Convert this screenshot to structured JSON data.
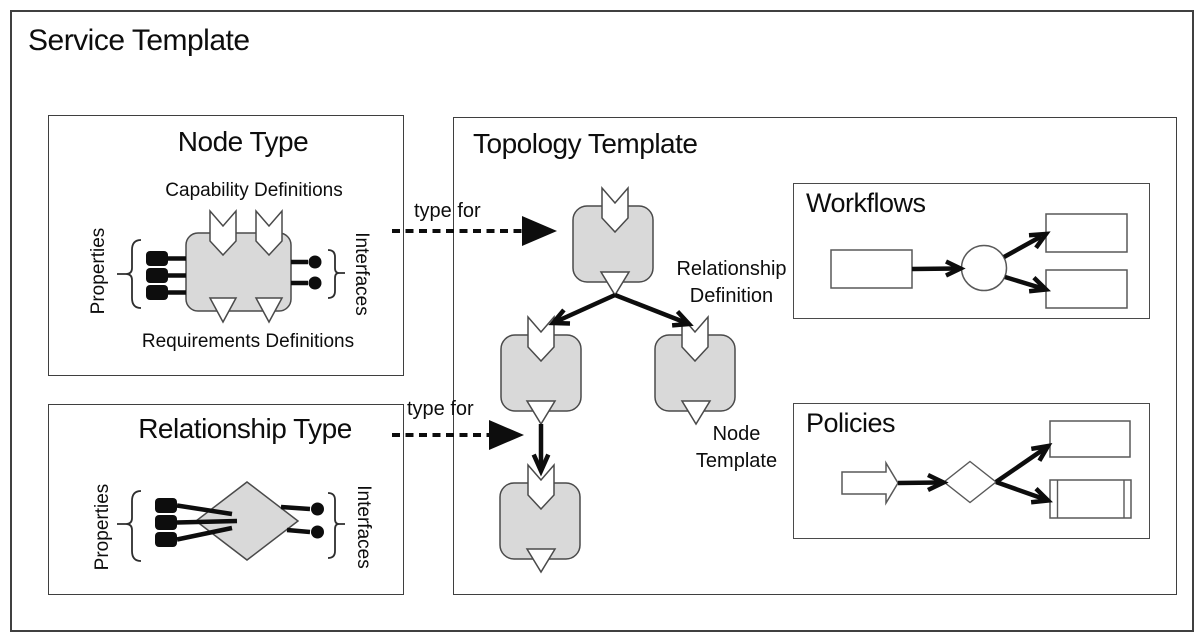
{
  "header": {
    "title": "Service Template"
  },
  "colors": {
    "shape_fill": "#d9d9d9",
    "outline": "#4a4a4a",
    "ink": "#0d0d0d",
    "frame": "#404040",
    "background": "#ffffff"
  },
  "node_type": {
    "title": "Node Type",
    "capability_label": "Capability Definitions",
    "requirements_label": "Requirements Definitions",
    "properties_label": "Properties",
    "interfaces_label": "Interfaces"
  },
  "relationship_type": {
    "title": "Relationship Type",
    "properties_label": "Properties",
    "interfaces_label": "Interfaces"
  },
  "topology": {
    "title": "Topology Template",
    "relationship_definition_label": "Relationship Definition",
    "node_template_label": "Node Template"
  },
  "workflows": {
    "title": "Workflows"
  },
  "policies": {
    "title": "Policies"
  },
  "connectors": {
    "node_type_for": "type for",
    "relationship_type_for": "type for"
  }
}
